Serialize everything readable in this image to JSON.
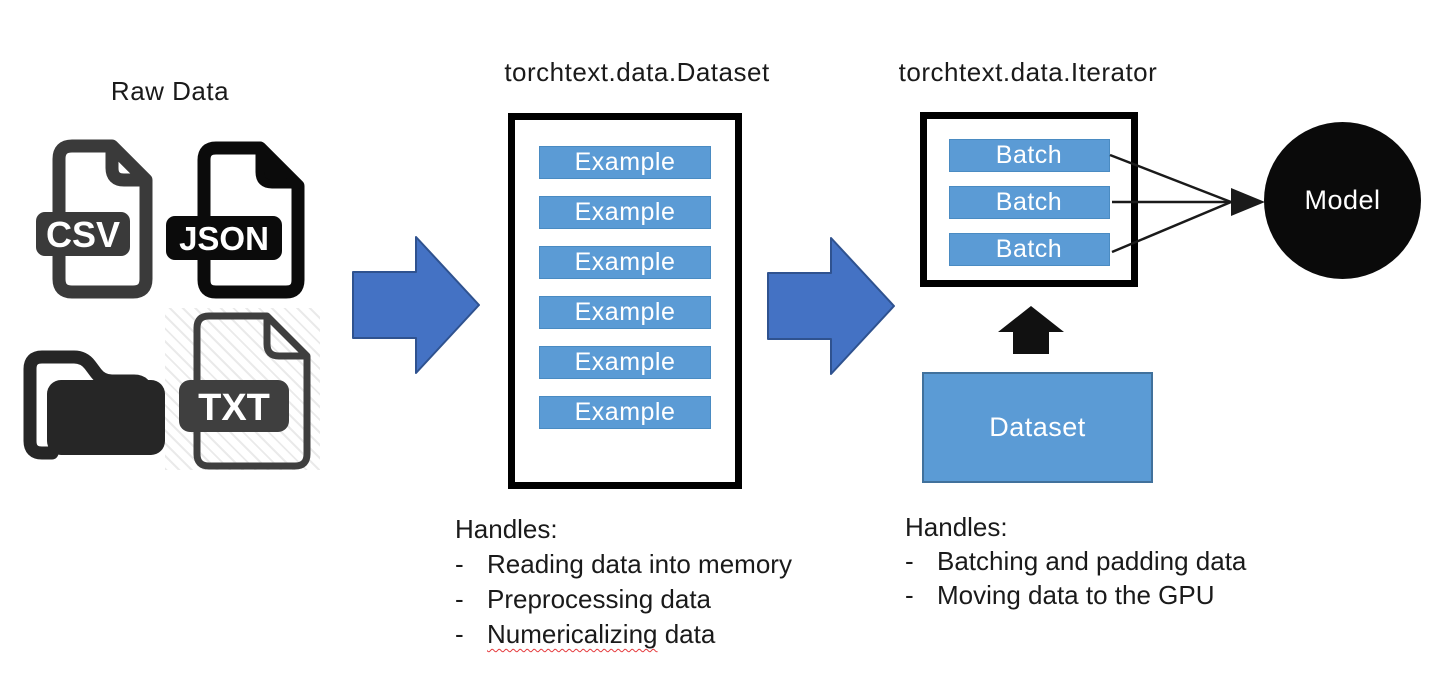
{
  "raw_data": {
    "label": "Raw Data",
    "icons": {
      "csv_label": "CSV",
      "json_label": "JSON",
      "txt_label": "TXT"
    }
  },
  "dataset_section": {
    "title": "torchtext.data.Dataset",
    "examples": [
      "Example",
      "Example",
      "Example",
      "Example",
      "Example",
      "Example"
    ],
    "handles": {
      "heading": "Handles:",
      "bullet": "-",
      "item1": "Reading data into memory",
      "item2": "Preprocessing data",
      "item3_misspelled": "Numericalizing",
      "item3_rest": " data"
    }
  },
  "iterator_section": {
    "title": "torchtext.data.Iterator",
    "batches": [
      "Batch",
      "Batch",
      "Batch"
    ],
    "dataset_box_label": "Dataset",
    "handles": {
      "heading": "Handles:",
      "bullet": "-",
      "item1": "Batching and padding data",
      "item2": "Moving data to the GPU"
    }
  },
  "model": {
    "label": "Model"
  },
  "colors": {
    "bar_blue": "#5B9BD5",
    "bar_border": "#4A8BC2",
    "arrow_blue": "#4472C4",
    "arrow_border": "#2F528F",
    "box_border": "#000000",
    "dataset_box_border": "#41719C",
    "squiggle_red": "#E5383B"
  }
}
